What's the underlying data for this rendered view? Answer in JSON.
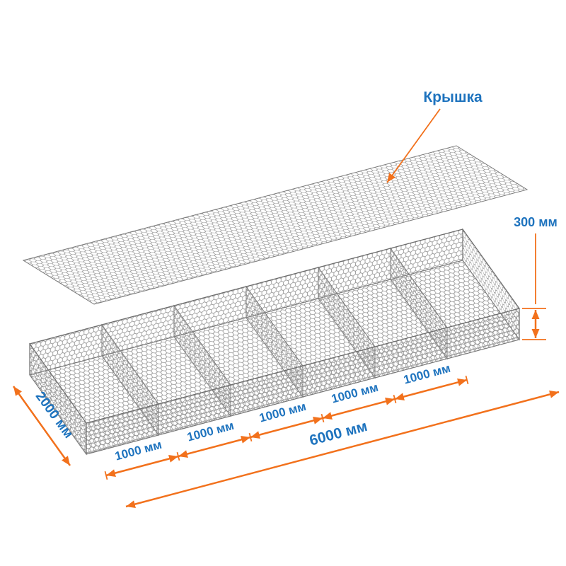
{
  "diagram": {
    "lid_label": "Крышка",
    "dimensions": {
      "height": "300 мм",
      "total_length": "6000 мм",
      "width": "2000 мм",
      "segment": "1000 мм"
    },
    "segments": [
      "1000 мм",
      "1000 мм",
      "1000 мм",
      "1000 мм",
      "1000 мм"
    ],
    "structure": {
      "dividers": 5,
      "compartments": 6,
      "parts": [
        "lid",
        "mesh-basket"
      ]
    },
    "colors": {
      "dimension_line": "#F2711C",
      "label_text": "#1E73BE",
      "mesh_wire": "#8F8F8F",
      "background": "#FFFFFF"
    }
  }
}
